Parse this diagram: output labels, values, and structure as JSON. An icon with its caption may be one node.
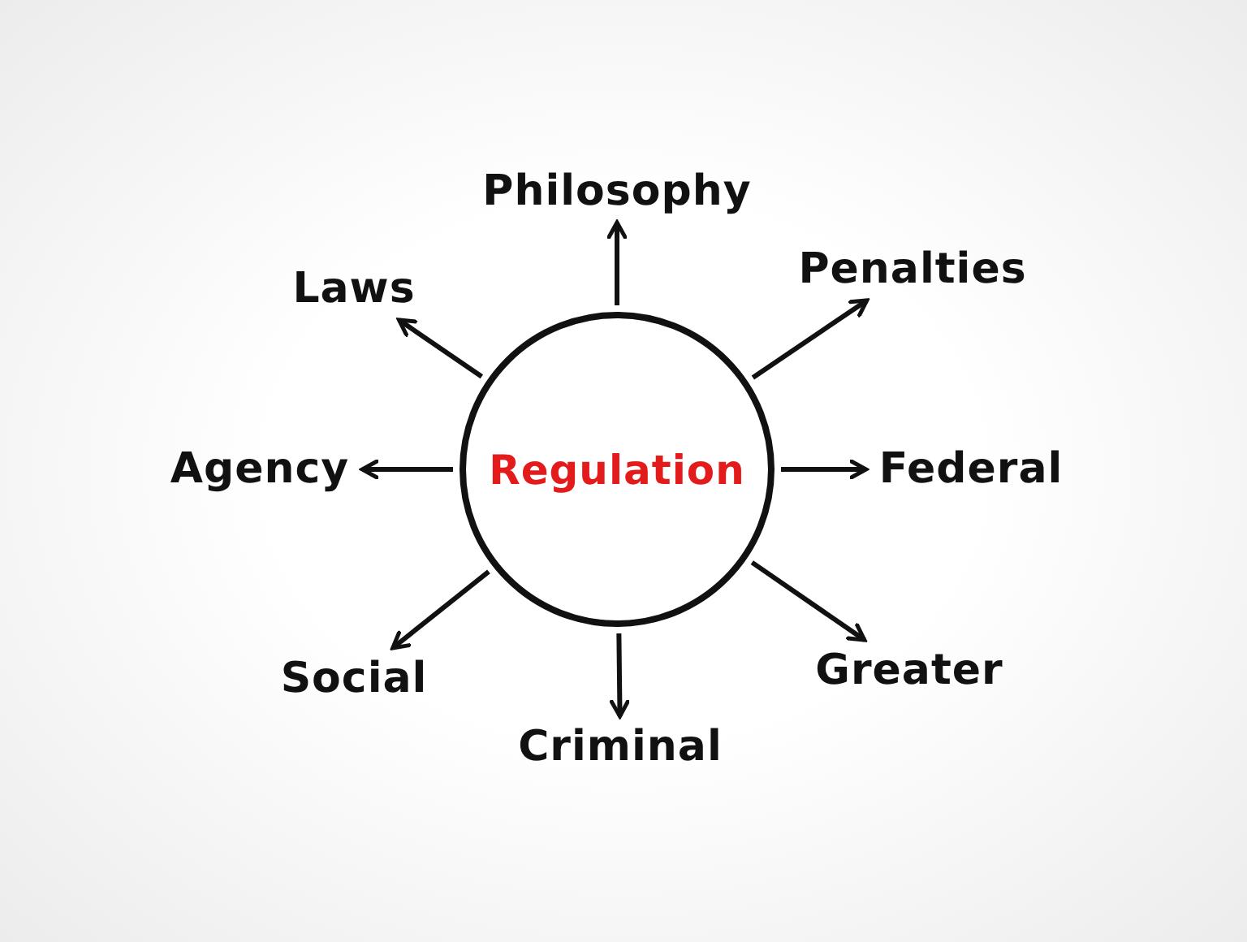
{
  "diagram": {
    "nodes": [
      {
        "text": [
          "Regulation"
        ]
      },
      {
        "text": [
          "Philosophy"
        ]
      },
      {
        "text": [
          "Laws"
        ]
      },
      {
        "text": [
          "Penalties"
        ]
      },
      {
        "text": [
          "Agency"
        ]
      },
      {
        "text": [
          "Federal"
        ]
      },
      {
        "text": [
          "Social"
        ]
      },
      {
        "text": [
          "Greater"
        ]
      },
      {
        "text": [
          "Criminal"
        ]
      }
    ],
    "edges": [
      {
        "from": 0,
        "to": 1,
        "arrow": "to"
      },
      {
        "from": 0,
        "to": 2,
        "arrow": "to"
      },
      {
        "from": 0,
        "to": 3,
        "arrow": "to"
      },
      {
        "from": 0,
        "to": 4,
        "arrow": "to"
      },
      {
        "from": 0,
        "to": 5,
        "arrow": "to"
      },
      {
        "from": 0,
        "to": 6,
        "arrow": "to"
      },
      {
        "from": 0,
        "to": 7,
        "arrow": "to"
      },
      {
        "from": 0,
        "to": 8,
        "arrow": "to"
      }
    ]
  }
}
